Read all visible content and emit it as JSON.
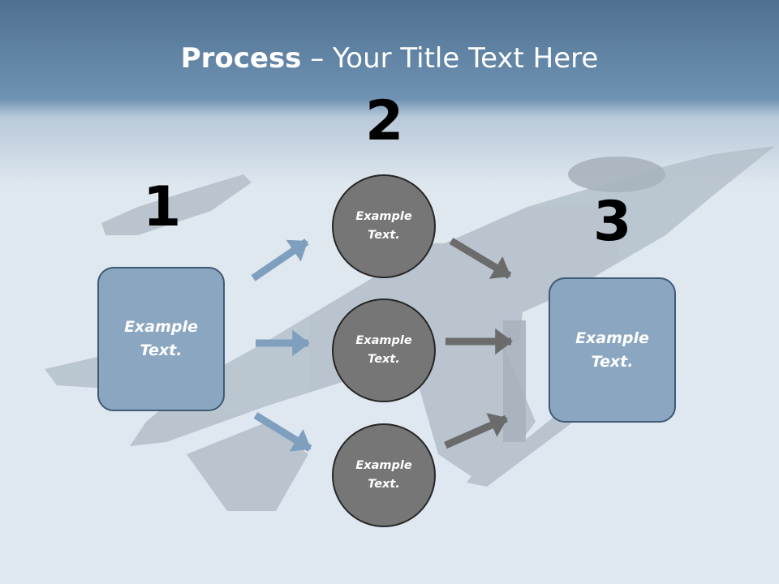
{
  "title": {
    "bold": "Process",
    "rest": " – Your Title Text Here"
  },
  "steps": {
    "one": "1",
    "two": "2",
    "three": "3"
  },
  "left_box": {
    "text": "Example\nText."
  },
  "circles": [
    {
      "text": "Example\nText."
    },
    {
      "text": "Example\nText."
    },
    {
      "text": "Example\nText."
    }
  ],
  "right_box": {
    "text": "Example\nText."
  },
  "colors": {
    "box_fill": "#8aa6c1",
    "circle_fill": "#767676",
    "blue_arrow": "#7f9fbf",
    "gray_arrow": "#6b6b6b"
  }
}
